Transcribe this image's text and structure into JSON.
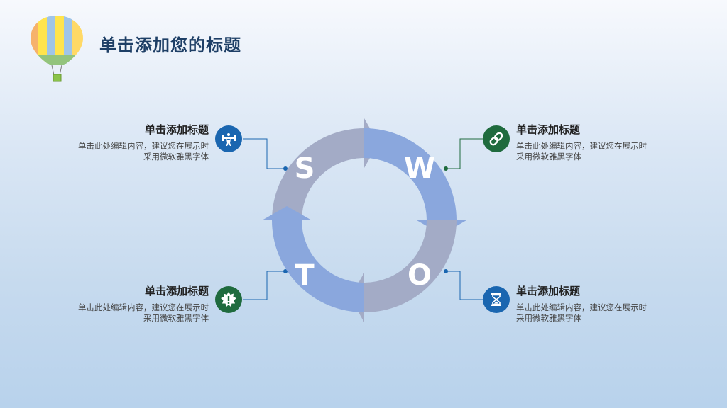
{
  "page": {
    "title": "单击添加您的标题"
  },
  "colors": {
    "title": "#1e3f66",
    "icon_blue": "#1a66b0",
    "icon_green": "#1f6b3e",
    "ring_gray": "#a3abc6",
    "ring_blue": "#8aa7dd",
    "connector": "#1a66b0"
  },
  "swot": {
    "s": "S",
    "w": "W",
    "o": "O",
    "t": "T"
  },
  "blocks": {
    "top_left": {
      "title": "单击添加标题",
      "desc_line1": "单击此处编辑内容，建议您在展示时",
      "desc_line2": "采用微软雅黑字体",
      "icon": "weightlifter-icon"
    },
    "top_right": {
      "title": "单击添加标题",
      "desc_line1": "单击此处编辑内容，建议您在展示时",
      "desc_line2": "采用微软雅黑字体",
      "icon": "chain-link-icon"
    },
    "bottom_left": {
      "title": "单击添加标题",
      "desc_line1": "单击此处编辑内容，建议您在展示时",
      "desc_line2": "采用微软雅黑字体",
      "icon": "alert-badge-icon"
    },
    "bottom_right": {
      "title": "单击添加标题",
      "desc_line1": "单击此处编辑内容，建议您在展示时",
      "desc_line2": "采用微软雅黑字体",
      "icon": "hourglass-icon"
    }
  }
}
